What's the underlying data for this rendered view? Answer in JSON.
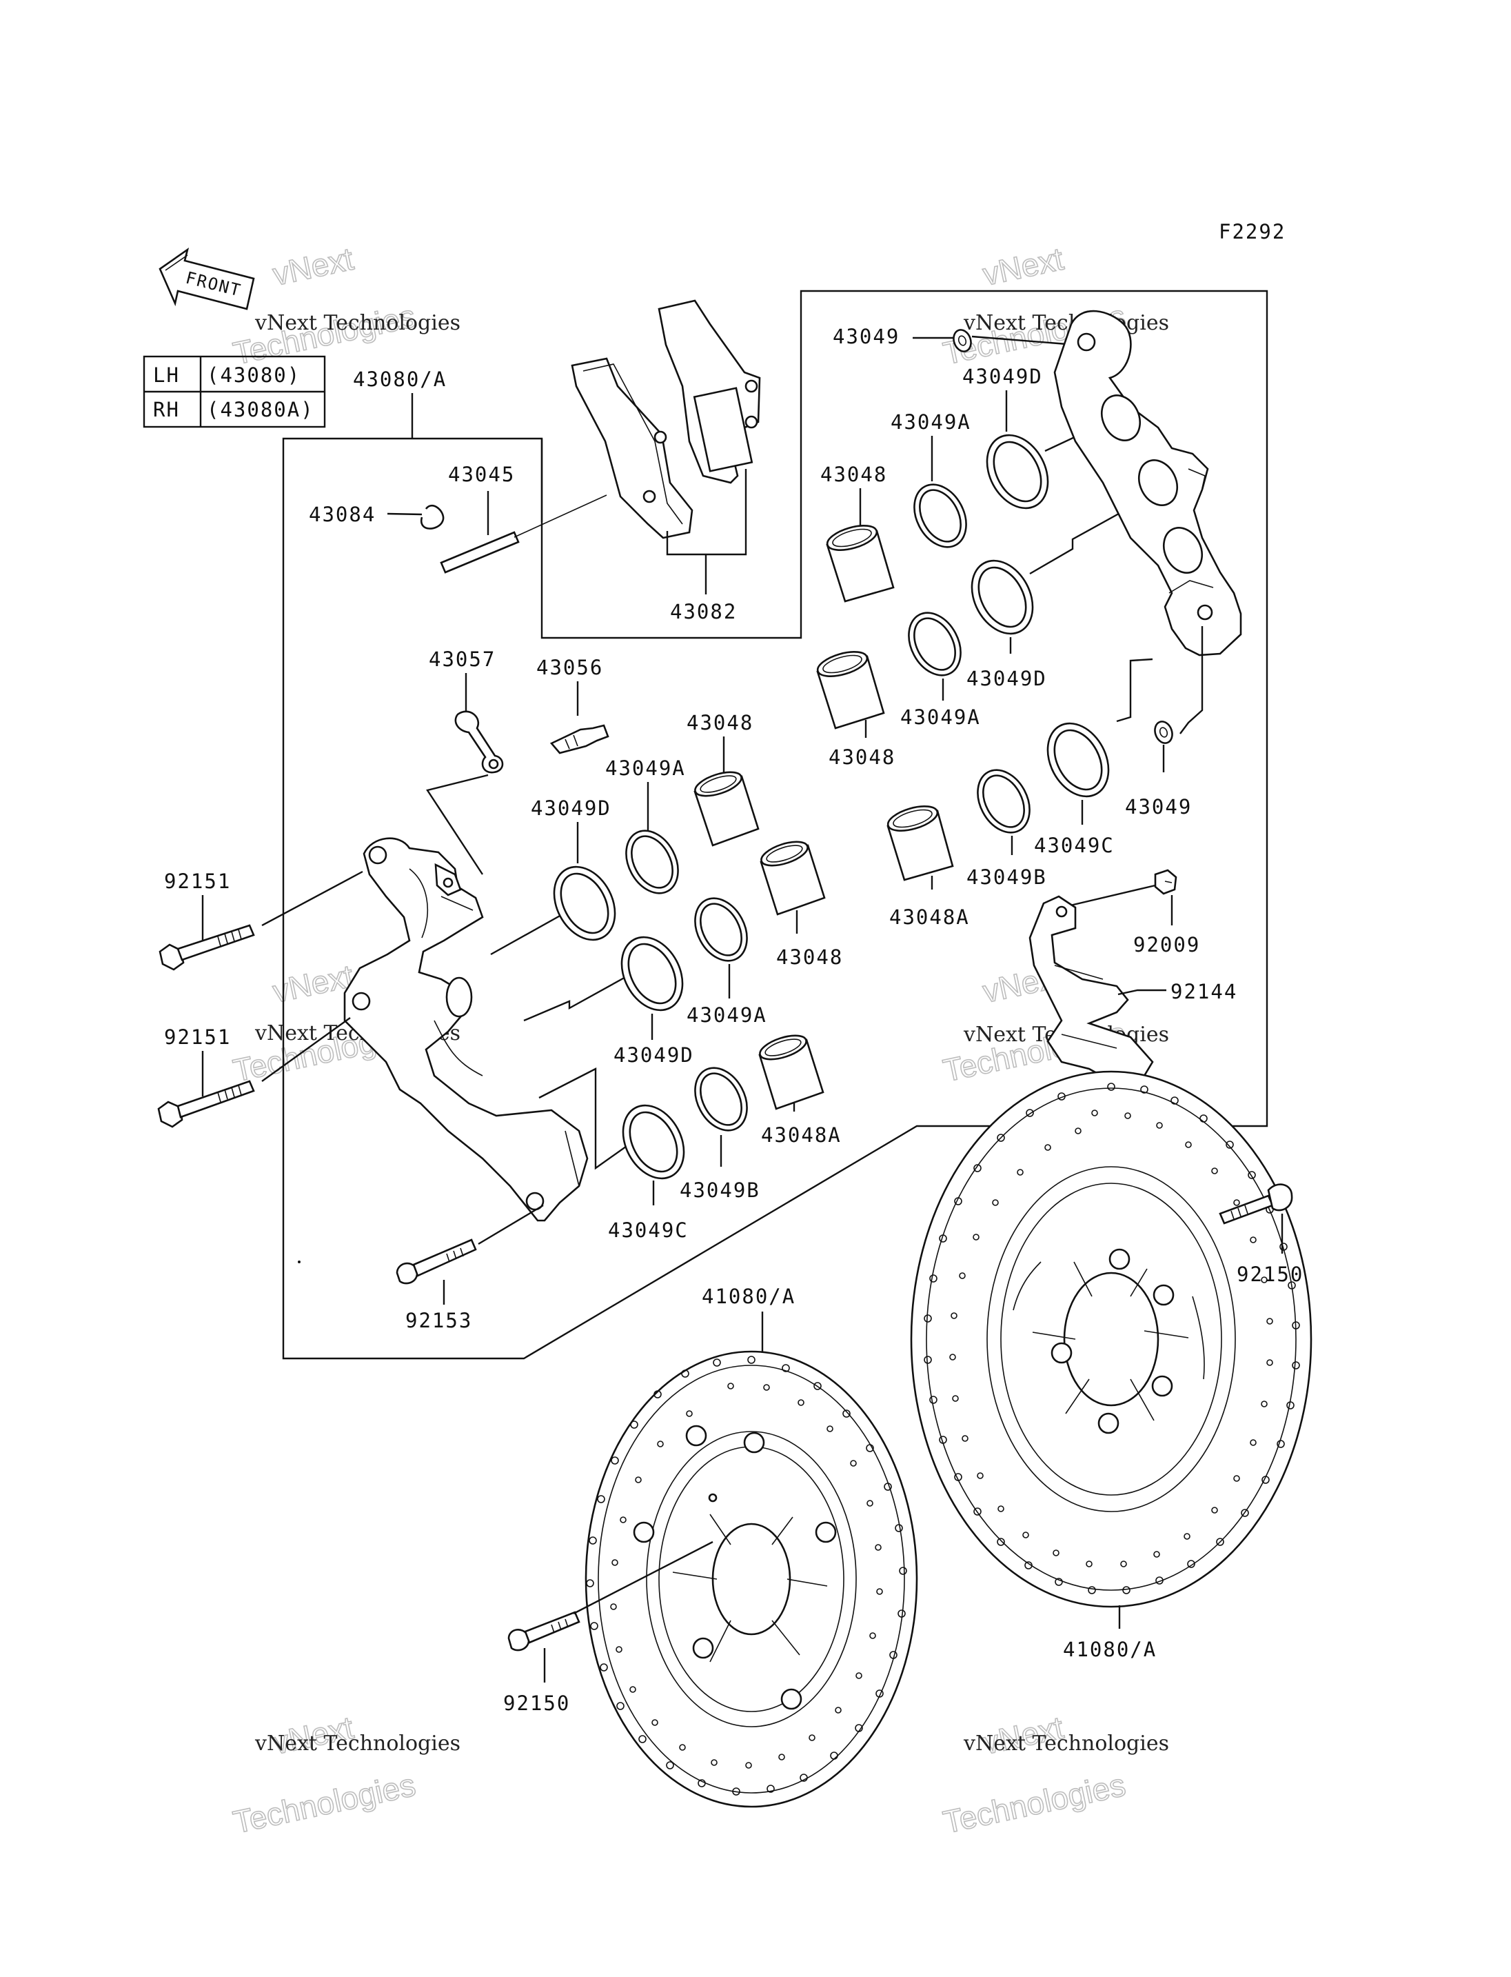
{
  "figure_code": "F2292",
  "front_marker": "FRONT",
  "side_table": [
    {
      "side": "LH",
      "part": "(43080)"
    },
    {
      "side": "RH",
      "part": "(43080A)"
    }
  ],
  "labels": {
    "caliper_assy": "43080/A",
    "pin_clip": "43084",
    "pad_pin": "43045",
    "pads": "43082",
    "bleed_cap": "43057",
    "bleed_valve": "43056",
    "bolt_upper": "92151",
    "bolt_lower": "92151",
    "bolt_bridge": "92153",
    "piston_a": "43048",
    "piston_b": "43048",
    "piston_c": "43048",
    "piston_d": "43048",
    "piston_e": "43048A",
    "piston_f": "43048A",
    "seal_a1": "43049A",
    "seal_a2": "43049A",
    "seal_a3": "43049A",
    "seal_a4": "43049A",
    "seal_d1": "43049D",
    "seal_d2": "43049D",
    "seal_d3": "43049D",
    "seal_d4": "43049D",
    "seal_b1": "43049B",
    "seal_b2": "43049B",
    "seal_c1": "43049C",
    "seal_c2": "43049C",
    "oring_top": "43049",
    "oring_mid": "43049",
    "bolt_small": "92009",
    "pad_spring": "92144",
    "disc_left": "41080/A",
    "disc_right": "41080/A",
    "disc_bolt_left": "92150",
    "disc_bolt_right": "92150"
  },
  "watermark": {
    "line1": "vNext",
    "line2": "vNext Technologies",
    "line3": "Technologies"
  }
}
